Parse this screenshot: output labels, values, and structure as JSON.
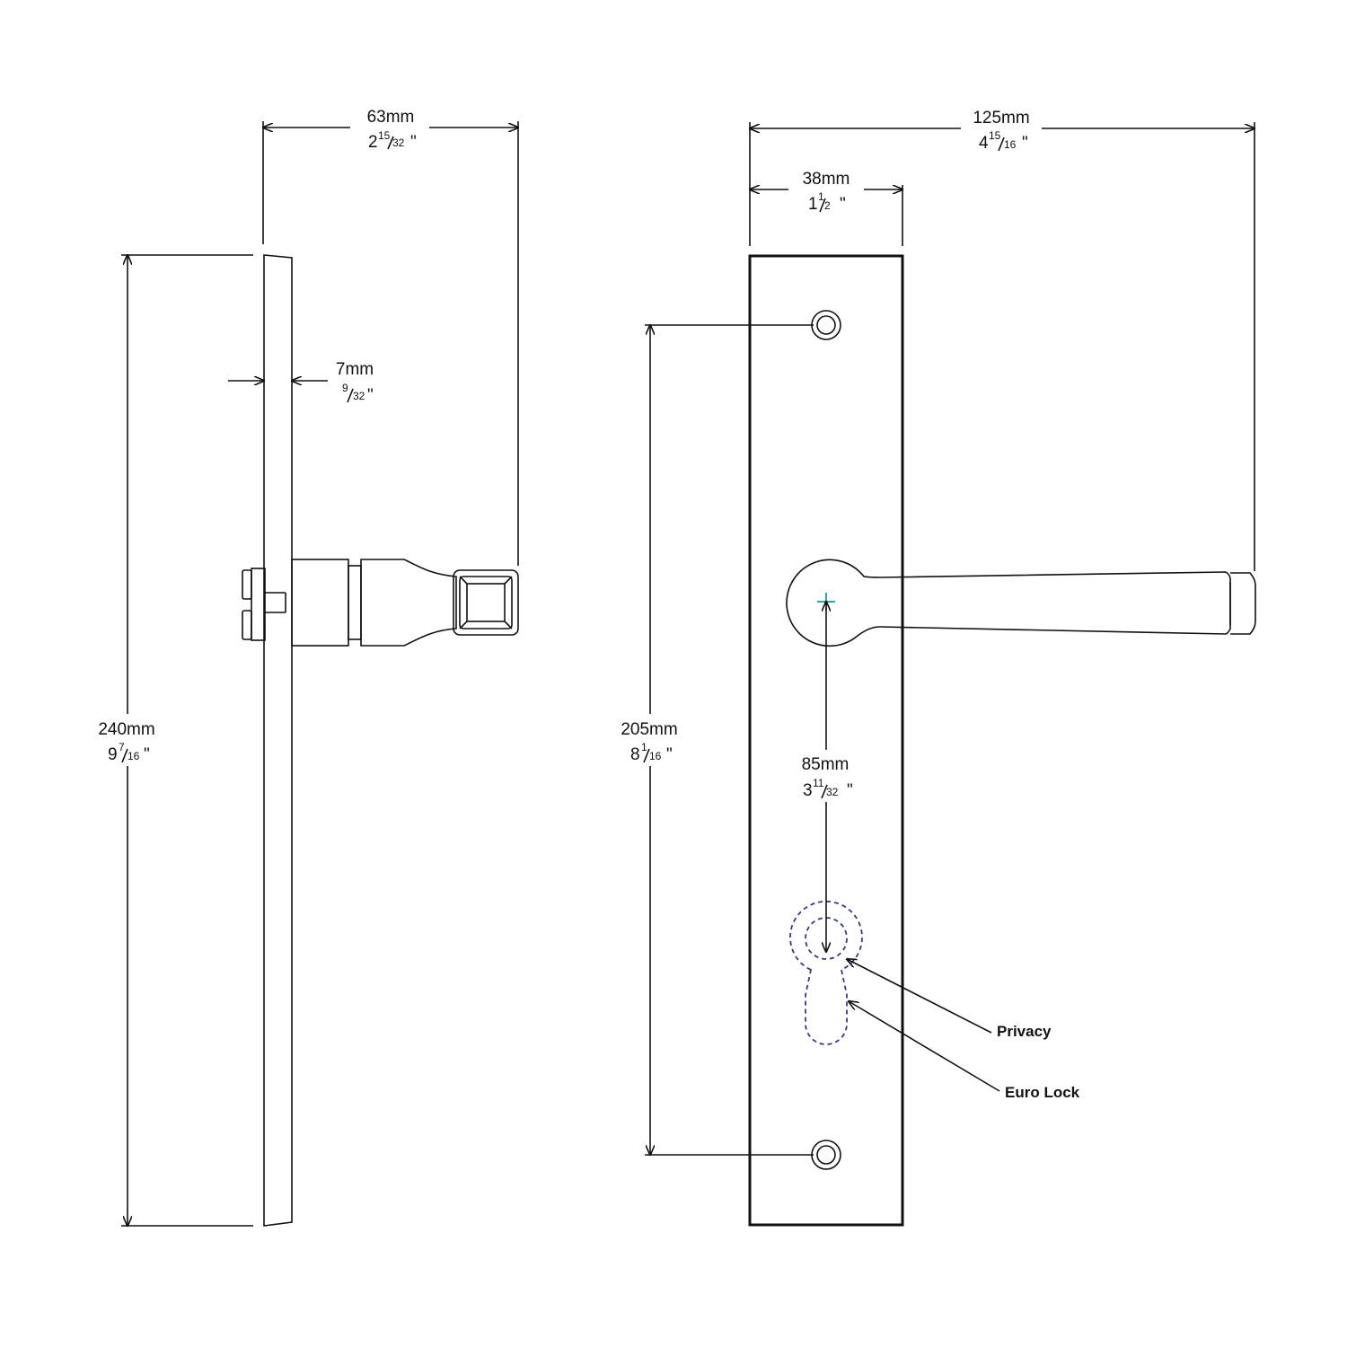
{
  "side_view": {
    "width_dim": {
      "mm": "63mm",
      "whole": "2",
      "num": "15",
      "den": "32",
      "inch": "\""
    },
    "thickness_dim": {
      "mm": "7mm",
      "whole": "",
      "num": "9",
      "den": "32",
      "inch": "\""
    },
    "height_dim": {
      "mm": "240mm",
      "whole": "9",
      "num": "7",
      "den": "16",
      "inch": "\""
    }
  },
  "front_view": {
    "overall_width_dim": {
      "mm": "125mm",
      "whole": "4",
      "num": "15",
      "den": "16",
      "inch": "\""
    },
    "plate_width_dim": {
      "mm": "38mm",
      "whole": "1",
      "num": "1",
      "den": "2",
      "inch": "\""
    },
    "fixing_centres_dim": {
      "mm": "205mm",
      "whole": "8",
      "num": "1",
      "den": "16",
      "inch": "\""
    },
    "backset_dim": {
      "mm": "85mm",
      "whole": "3",
      "num": "11",
      "den": "32",
      "inch": "\""
    },
    "callouts": {
      "privacy": "Privacy",
      "euro_lock": "Euro Lock"
    }
  },
  "colors": {
    "line": "#111111",
    "dashed_outline": "#3a3a78",
    "centre_mark": "#1a9a8a"
  }
}
